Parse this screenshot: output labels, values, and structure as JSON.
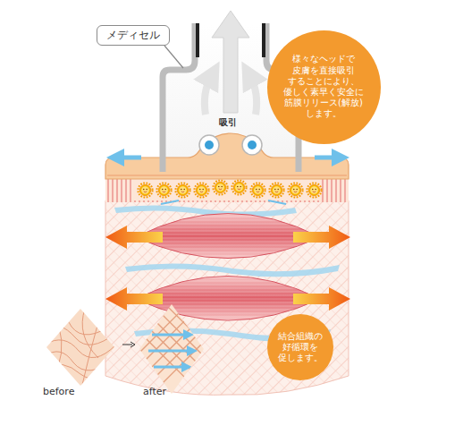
{
  "diagram": {
    "nodes": [
      {
        "text": [
          "メディセル"
        ]
      },
      {
        "text": [
          "様々なヘッドで 皮膚を直接吸引 することにより、 優しく素早く安全に 筋膜リリース(解放) します。"
        ]
      },
      {
        "text": [
          "結合組織の 好循環を 促します。"
        ]
      }
    ],
    "labels": [
      "吸引",
      "before",
      "after"
    ]
  }
}
